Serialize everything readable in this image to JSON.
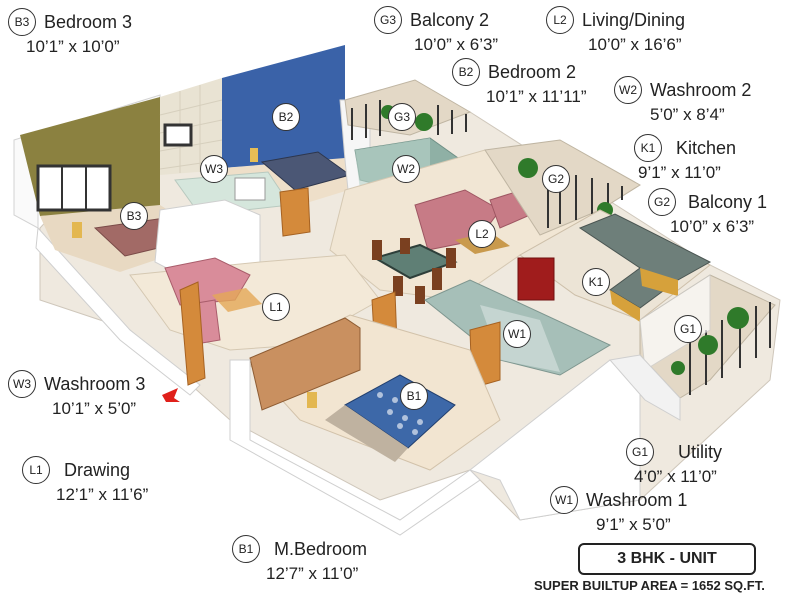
{
  "rooms": {
    "b3": {
      "badge": "B3",
      "name": "Bedroom 3",
      "size": "10’1” x 10’0”"
    },
    "g3": {
      "badge": "G3",
      "name": "Balcony 2",
      "size": "10’0” x 6’3”"
    },
    "l2": {
      "badge": "L2",
      "name": "Living/Dining",
      "size": "10’0” x 16’6”"
    },
    "b2": {
      "badge": "B2",
      "name": "Bedroom 2",
      "size": "10’1” x 11’11”"
    },
    "w2": {
      "badge": "W2",
      "name": "Washroom 2",
      "size": "5’0” x 8’4”"
    },
    "k1": {
      "badge": "K1",
      "name": "Kitchen",
      "size": "9’1” x 11’0”"
    },
    "g2": {
      "badge": "G2",
      "name": "Balcony 1",
      "size": "10’0” x 6’3”"
    },
    "w3": {
      "badge": "W3",
      "name": "Washroom 3",
      "size": "10’1” x 5’0”"
    },
    "l1": {
      "badge": "L1",
      "name": "Drawing",
      "size": "12’1” x 11’6”"
    },
    "g1": {
      "badge": "G1",
      "name": "Utility",
      "size": "4’0” x 11’0”"
    },
    "w1": {
      "badge": "W1",
      "name": "Washroom 1",
      "size": "9’1” x 5’0”"
    },
    "b1": {
      "badge": "B1",
      "name": "M.Bedroom",
      "size": "12’7” x 11’0”"
    }
  },
  "unit_label": "3 BHK - UNIT",
  "area_label": "SUPER BUILTUP AREA = 1652 SQ.FT.",
  "colors": {
    "accent_arrow": "#e0201a",
    "ink": "#222222"
  }
}
